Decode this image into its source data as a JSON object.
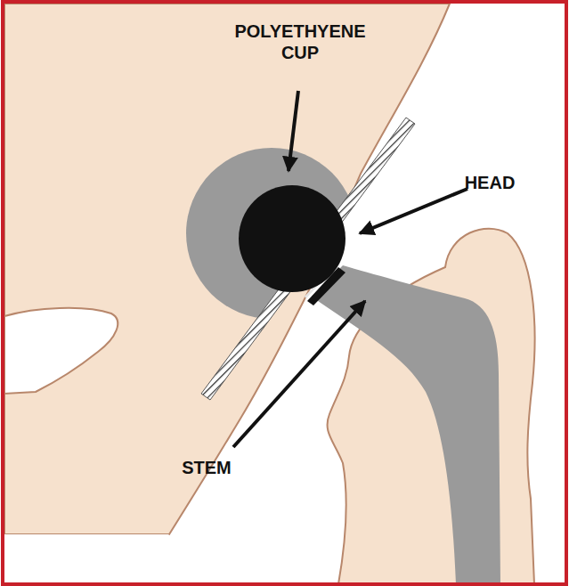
{
  "diagram": {
    "labels": [
      "POLYETHYENE CUP",
      "HEAD",
      "STEM"
    ]
  }
}
